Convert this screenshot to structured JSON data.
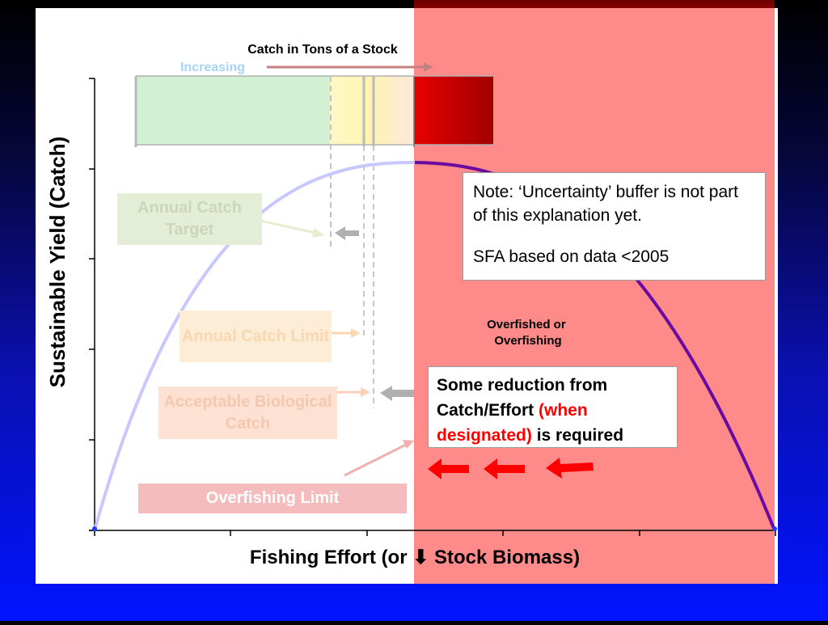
{
  "title": "Catch in Tons of a Stock",
  "increasing_label": "Increasing",
  "y_axis_label": "Sustainable Yield (Catch)",
  "x_axis_label": "Fishing Effort (or ⬇ Stock Biomass)",
  "labels": {
    "act": "Annual Catch Target",
    "acl": "Annual Catch Limit",
    "abc": "Acceptable Biological Catch",
    "ofl": "Overfishing Limit",
    "overfished": "Overfished or Overfishing"
  },
  "note": {
    "line1": "Note: ‘Uncertainty’ buffer is not part of this explanation yet.",
    "line2": "SFA based on data <2005"
  },
  "reduction": {
    "part1": "Some reduction from Catch/Effort ",
    "highlight": "(when designated)",
    "part2": " is required"
  },
  "colors": {
    "overfished_zone": "#ff8a8a",
    "curve_healthy": "#c8c8ff",
    "curve_overfished": "#6a0aa0",
    "arrow_red": "#ff0000",
    "green_zone": "#d2f0d2",
    "dark_red": "#a00000"
  }
}
